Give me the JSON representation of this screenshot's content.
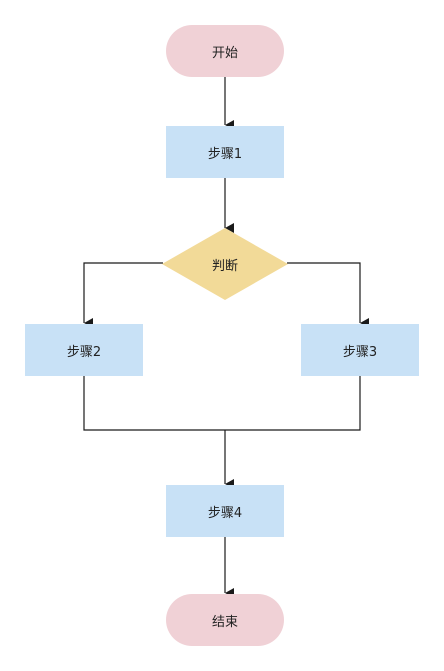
{
  "diagram": {
    "nodes": {
      "start": {
        "label": "开始",
        "shape": "terminal"
      },
      "step1": {
        "label": "步骤1",
        "shape": "process"
      },
      "decision": {
        "label": "判断",
        "shape": "decision"
      },
      "step2": {
        "label": "步骤2",
        "shape": "process"
      },
      "step3": {
        "label": "步骤3",
        "shape": "process"
      },
      "step4": {
        "label": "步骤4",
        "shape": "process"
      },
      "end": {
        "label": "结束",
        "shape": "terminal"
      }
    },
    "edges": [
      {
        "from": "start",
        "to": "step1"
      },
      {
        "from": "step1",
        "to": "decision"
      },
      {
        "from": "decision",
        "to": "step2"
      },
      {
        "from": "decision",
        "to": "step3"
      },
      {
        "from": "step2",
        "to": "step4"
      },
      {
        "from": "step3",
        "to": "step4"
      },
      {
        "from": "step4",
        "to": "end"
      }
    ]
  },
  "colors": {
    "terminal_fill": "#f0d1d6",
    "process_fill": "#c8e1f6",
    "decision_fill": "#f2da98",
    "line": "#1a1a1a",
    "text": "#222222"
  }
}
